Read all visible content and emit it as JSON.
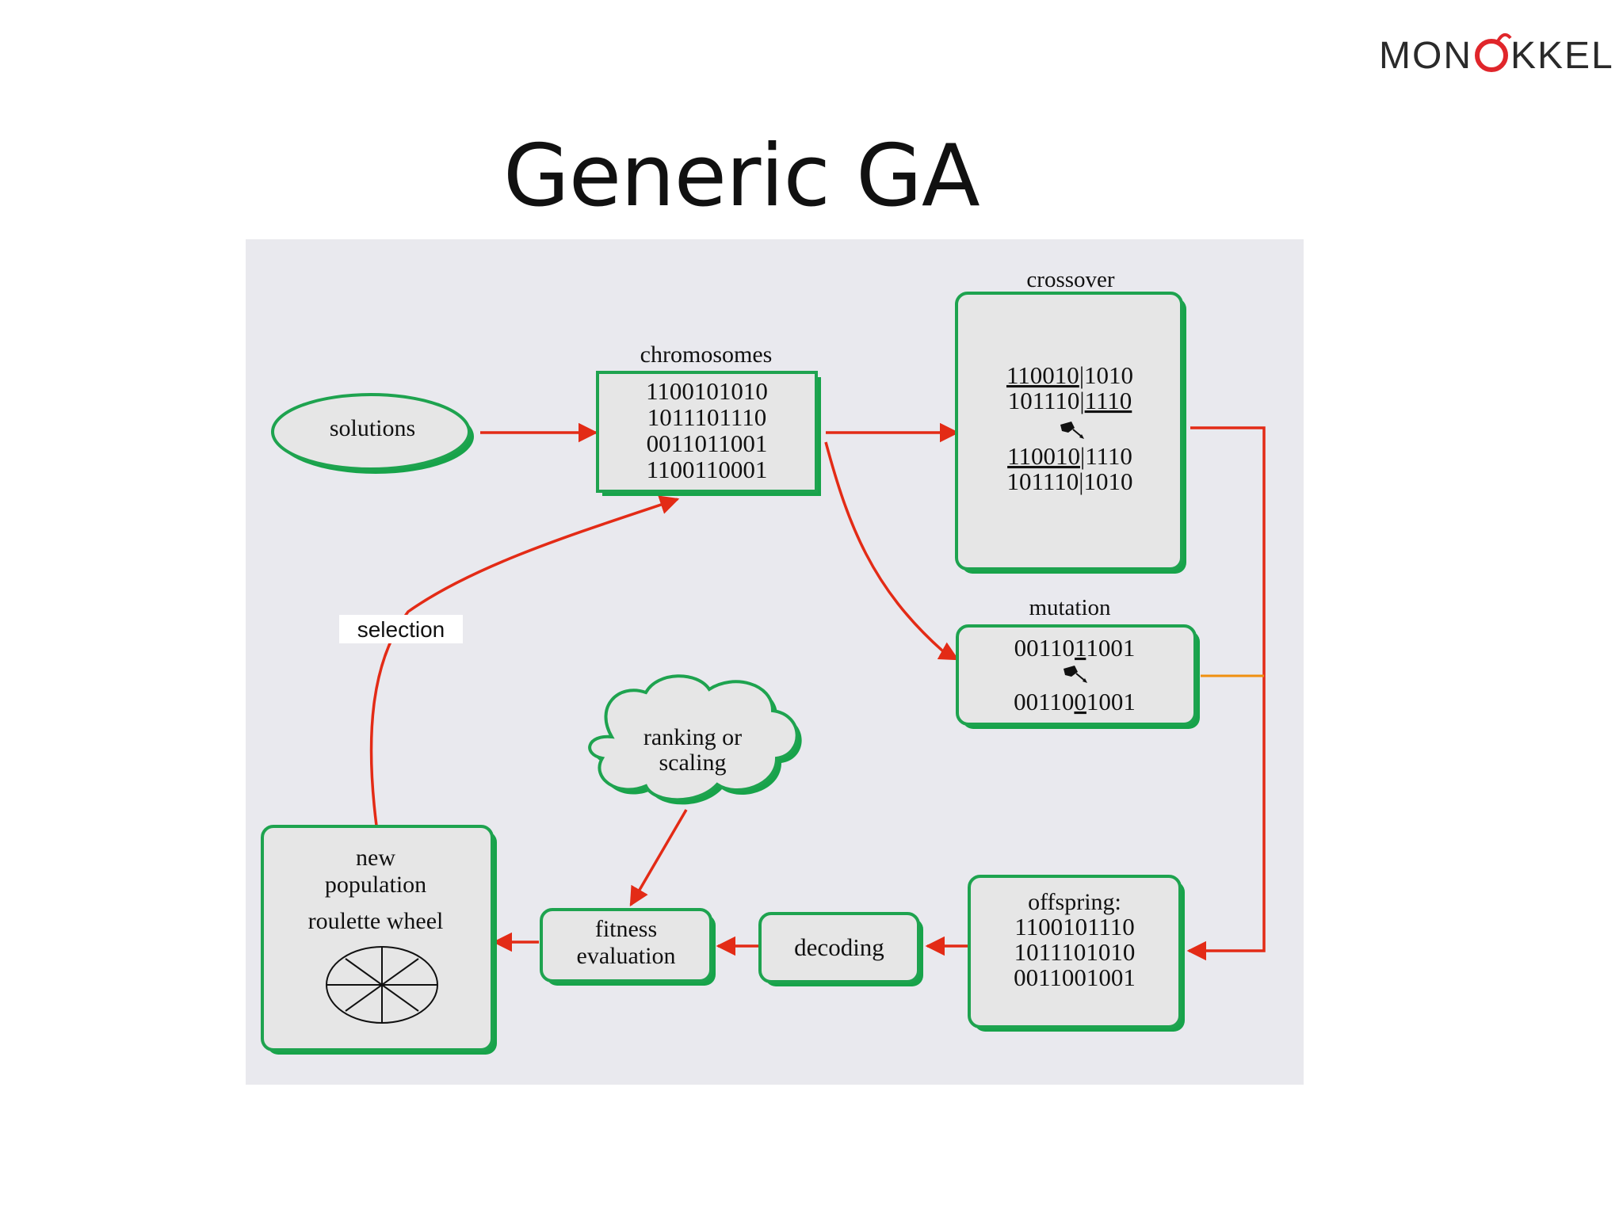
{
  "brand": {
    "logo_text": "MONOKKEL",
    "accent_color": "#e0262b"
  },
  "slide": {
    "title": "Generic GA"
  },
  "diagram": {
    "solutions": {
      "label": "solutions"
    },
    "chromosomes": {
      "title": "chromosomes",
      "rows": [
        "1100101010",
        "1011101110",
        "0011011001",
        "1100110001"
      ]
    },
    "crossover": {
      "title": "crossover",
      "before": [
        {
          "left": "110010",
          "right": "1010"
        },
        {
          "left": "101110",
          "right": "1110"
        }
      ],
      "after": [
        {
          "left": "110010",
          "right": "1110"
        },
        {
          "left": "101110",
          "right": "1010"
        }
      ]
    },
    "mutation": {
      "title": "mutation",
      "before": {
        "pre": "00110",
        "bit": "1",
        "post": "1001"
      },
      "after": {
        "pre": "00110",
        "bit": "0",
        "post": "1001"
      }
    },
    "offspring": {
      "label": "offspring:",
      "rows": [
        "1100101110",
        "1011101010",
        "0011001001"
      ]
    },
    "decoding": {
      "label": "decoding"
    },
    "fitness": {
      "line1": "fitness",
      "line2": "evaluation"
    },
    "ranking": {
      "line1": "ranking or",
      "line2": "scaling"
    },
    "new_population": {
      "line1": "new",
      "line2": "population",
      "line3": "roulette wheel"
    },
    "selection": {
      "label": "selection"
    },
    "colors": {
      "edge": "#e32b16",
      "node_border": "#1ea34f",
      "node_fill": "#e6e6e6",
      "panel": "#e9e9ee"
    }
  }
}
